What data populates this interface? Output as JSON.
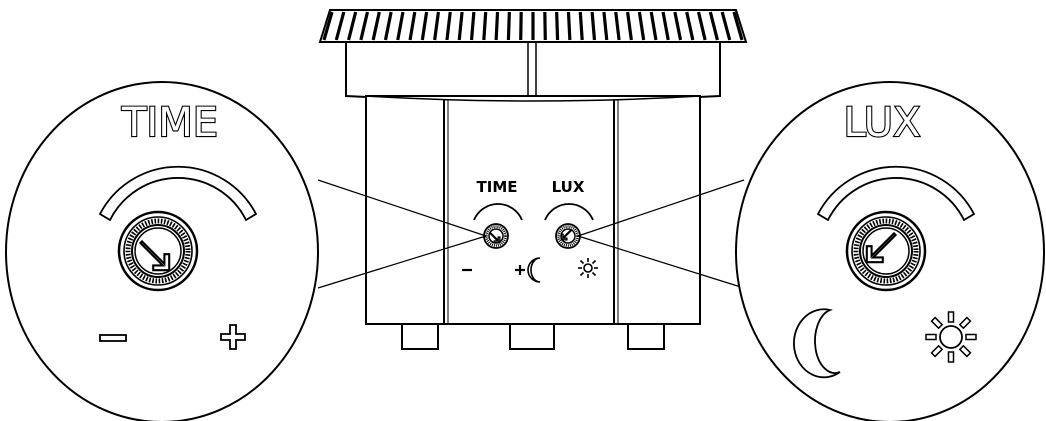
{
  "diagram": {
    "left_zoom": {
      "label": "TIME",
      "min_symbol": "minus-icon",
      "max_symbol": "plus-icon"
    },
    "right_zoom": {
      "label": "LUX",
      "min_symbol": "moon-icon",
      "max_symbol": "sun-icon"
    },
    "device": {
      "time_label": "TIME",
      "lux_label": "LUX",
      "time_min_symbol": "minus-icon",
      "time_max_symbol": "plus-icon",
      "lux_min_symbol": "moon-icon",
      "lux_max_symbol": "sun-icon"
    }
  }
}
